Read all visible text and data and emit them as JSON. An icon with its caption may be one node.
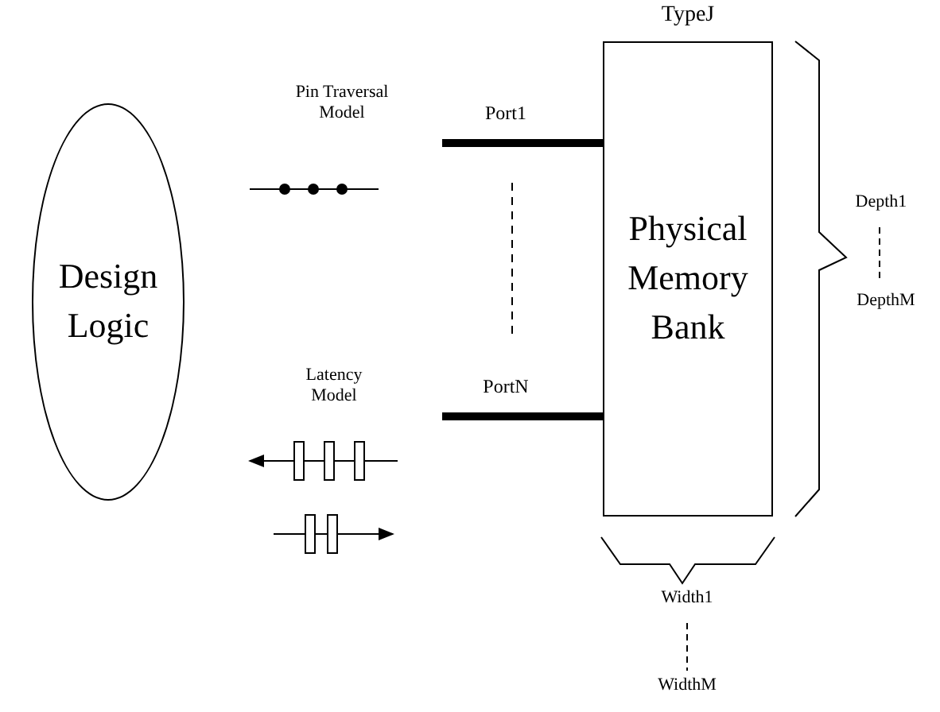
{
  "diagram": {
    "nodes": [
      {
        "text": [
          "Design Logic"
        ]
      },
      {
        "text": [
          "Physical Memory Bank"
        ],
        "beside": [
          "TypeJ"
        ]
      }
    ],
    "edges": [
      {
        "from": null,
        "to": 1,
        "arrow": "none",
        "label": "Port1"
      },
      {
        "from": null,
        "to": 1,
        "arrow": "none",
        "label": "PortN"
      }
    ],
    "labels": [
      "Pin Traversal Model",
      "Latency Model",
      "Depth1",
      "DepthM",
      "Width1",
      "WidthM"
    ]
  }
}
